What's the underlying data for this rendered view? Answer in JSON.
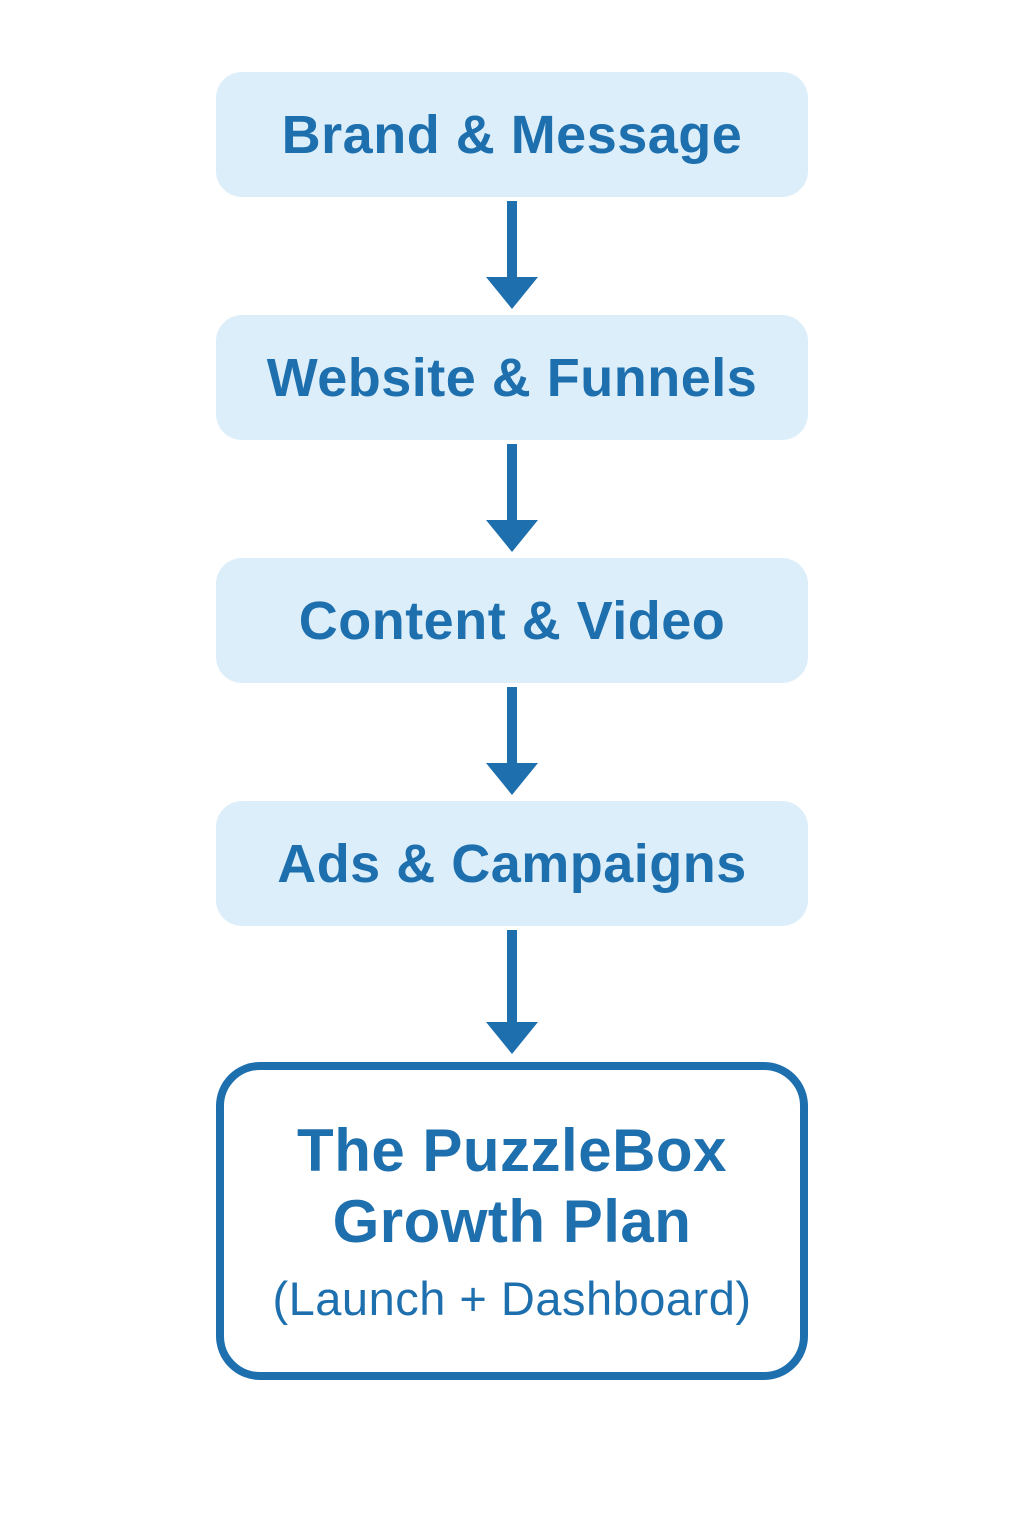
{
  "diagram": {
    "type": "vertical-flowchart",
    "steps": [
      {
        "label": "Brand & Message"
      },
      {
        "label": "Website & Funnels"
      },
      {
        "label": "Content & Video"
      },
      {
        "label": "Ads & Campaigns"
      }
    ],
    "result": {
      "title_line1": "The PuzzleBox",
      "title_line2": "Growth Plan",
      "subtitle": "(Launch + Dashboard)"
    },
    "connector": "down-arrow",
    "colors": {
      "step_fill": "#dceefa",
      "text_and_accent_blue": "#1d6fae",
      "result_fill": "#ffffff",
      "result_border": "#1d6fae",
      "background": "#ffffff"
    }
  }
}
